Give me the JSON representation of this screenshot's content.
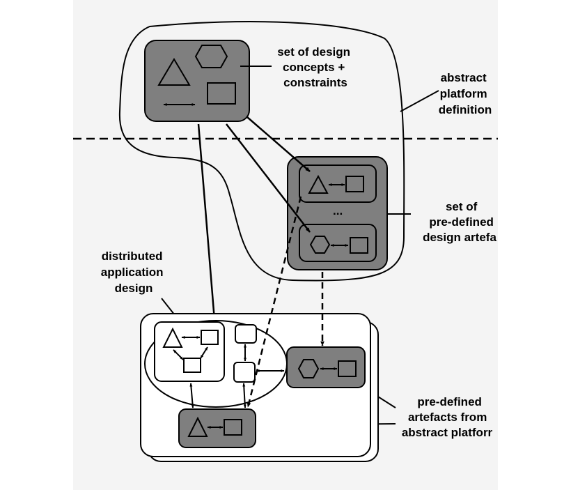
{
  "labels": {
    "design_concepts": [
      "set of design",
      "concepts +",
      "constraints"
    ],
    "abstract_platform": [
      "abstract",
      "platform",
      "definition"
    ],
    "predefined_artefacts": [
      "set of",
      "pre-defined",
      "design artefa"
    ],
    "distributed_design": [
      "distributed",
      "application",
      "design"
    ],
    "artefacts_from_platform": [
      "pre-defined",
      "artefacts from",
      "abstract platforr"
    ],
    "ellipsis": "..."
  },
  "colors": {
    "background": "#f4f4f4",
    "box_fill": "#7f7f7f",
    "inner_white": "#ffffff",
    "stroke": "#000000"
  }
}
